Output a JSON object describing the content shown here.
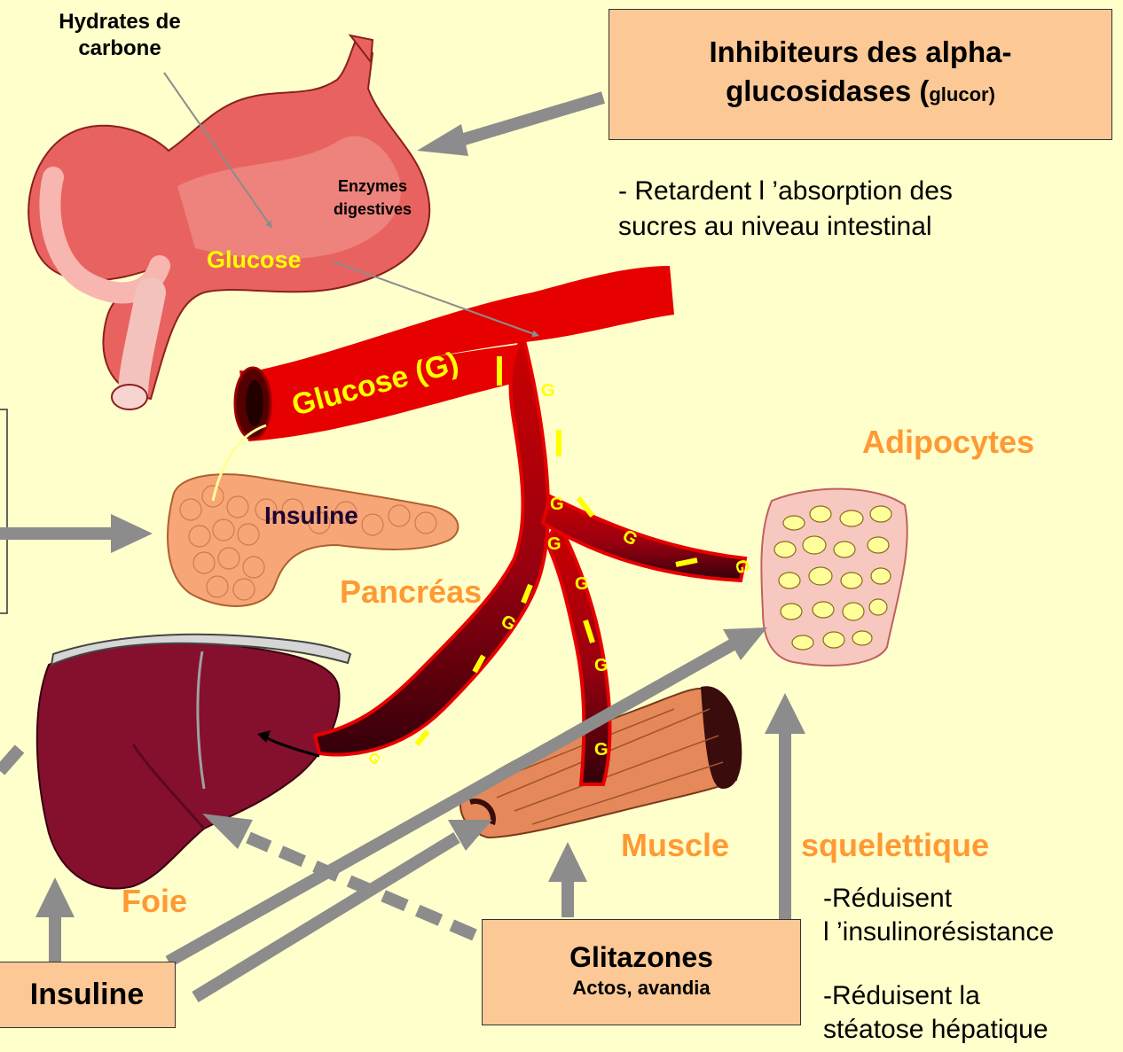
{
  "labels": {
    "hydrates_line1": "Hydrates de",
    "hydrates_line2": "carbone",
    "enzymes_line1": "Enzymes",
    "enzymes_line2": "digestives",
    "glucose_stomach": "Glucose",
    "glucose_vessel": "Glucose (G)",
    "insuline_pancreas": "Insuline",
    "pancreas": "Pancréas",
    "adipocytes": "Adipocytes",
    "muscle": "Muscle",
    "squelettique": "squelettique",
    "foie": "Foie",
    "g": "G"
  },
  "boxes": {
    "inhibiteurs_line1": "Inhibiteurs des alpha-",
    "inhibiteurs_line2": "glucosidases (",
    "inhibiteurs_small": "glucor)",
    "glitazones_title": "Glitazones",
    "glitazones_sub": "Actos, avandia",
    "insuline": "Insuline"
  },
  "notes": {
    "retardent_line1": "- Retardent l ’absorption des",
    "retardent_line2": "sucres au niveau intestinal",
    "reduisent1_line1": "-Réduisent",
    "reduisent1_line2": "l ’insulinorésistance",
    "reduisent2_line1": "-Réduisent la",
    "reduisent2_line2": "stéatose hépatique"
  },
  "colors": {
    "background": "#ffffcc",
    "box_fill": "#fcc896",
    "arrow_grey": "#8c8c8c",
    "vessel_red": "#e60000",
    "label_orange": "#ff9933",
    "glucose_yellow": "#ffff00"
  }
}
